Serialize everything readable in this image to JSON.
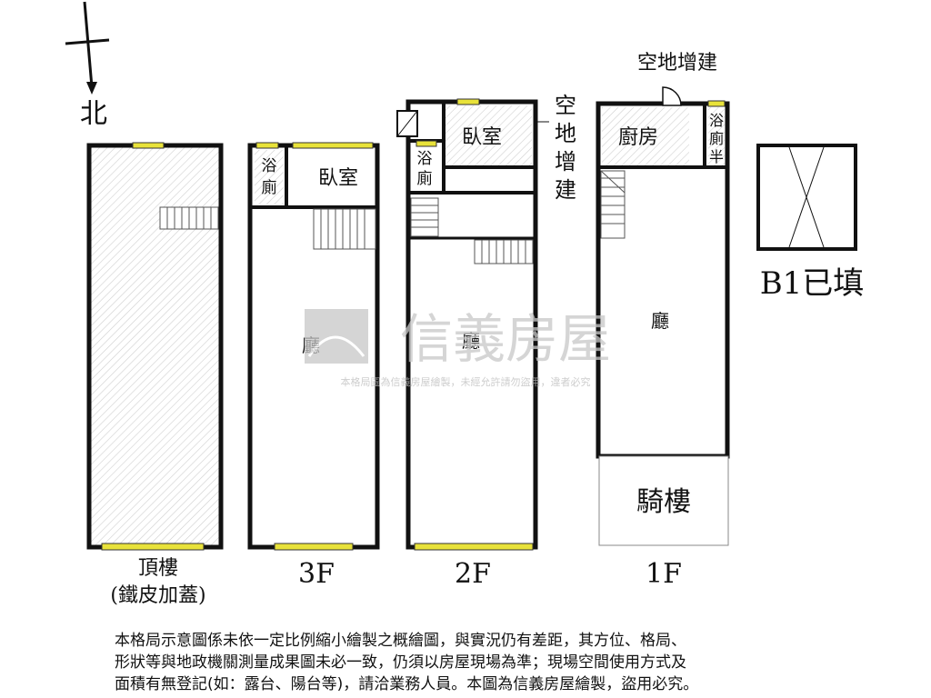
{
  "compass": {
    "north_label": "北"
  },
  "floors": {
    "roof": {
      "label": "頂樓",
      "note": "(鐵皮加蓋)"
    },
    "f3": {
      "label": "3F",
      "rooms": {
        "bath": [
          "浴",
          "廁"
        ],
        "bedroom": "臥室",
        "living": "廳"
      }
    },
    "f2": {
      "label": "2F",
      "rooms": {
        "bath": [
          "浴",
          "廁"
        ],
        "bedroom": "臥室",
        "living": "廳",
        "extension": [
          "空",
          "地",
          "增",
          "建"
        ]
      }
    },
    "f1": {
      "label": "1F",
      "rooms": {
        "kitchen": "廚房",
        "bath": [
          "浴",
          "廁",
          "半"
        ],
        "living": "廳",
        "arcade": "騎樓",
        "extension": "空地增建"
      }
    },
    "b1": {
      "label": "B1已填"
    }
  },
  "watermark": {
    "brand": "信義房屋",
    "notice": "本格局圖為信義房屋繪製，未經允許請勿盜用，違者必究"
  },
  "disclaimer": {
    "lines": [
      "本格局示意圖係未依一定比例縮小繪製之概繪圖，與實況仍有差距，其方位、格局、",
      "形狀等與地政機關測量成果圖未必一致，仍須以房屋現場為準；現場空間使用方式及",
      "面積有無登記(如：露台、陽台等)，請洽業務人員。本圖為信義房屋繪製，盜用必究。"
    ]
  },
  "colors": {
    "wall": "#111111",
    "window": "#e8e23a",
    "watermark": "#c8c8c8",
    "hatch": "#cfcfcf"
  }
}
